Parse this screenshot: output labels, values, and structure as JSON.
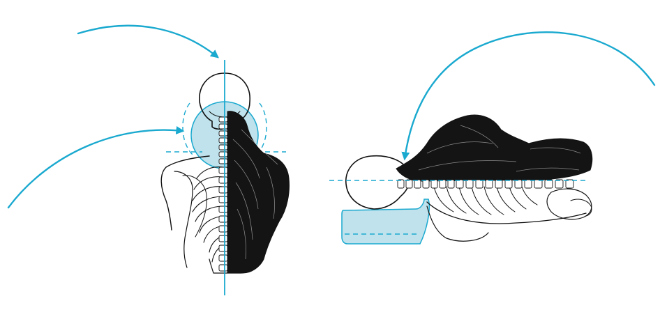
{
  "colors": {
    "accent": "#1aa9cf",
    "accent_fill": "#a9d8e6",
    "ink": "#111111",
    "background": "#ffffff"
  },
  "figures": [
    {
      "name": "back-view",
      "description_icons": [
        "skull-icon",
        "spine-icon",
        "back-muscles-icon"
      ]
    },
    {
      "name": "side-view-lying",
      "description_icons": [
        "skull-icon",
        "spine-icon",
        "pillow-icon"
      ]
    }
  ],
  "arrows": [
    {
      "name": "arrow-top-head"
    },
    {
      "name": "arrow-neck"
    },
    {
      "name": "arrow-side-head"
    }
  ]
}
